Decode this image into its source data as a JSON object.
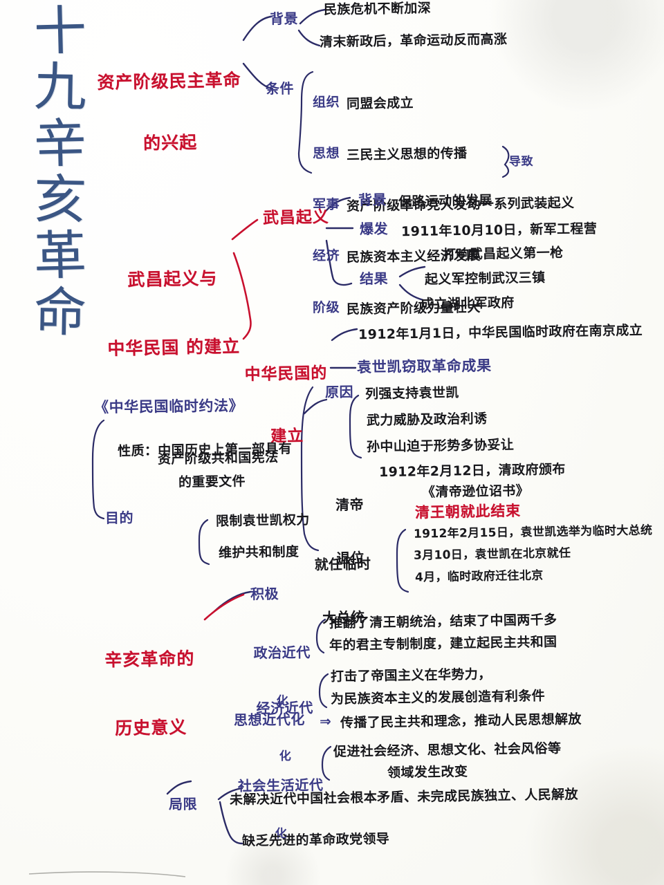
{
  "chapter": {
    "number": "十九、",
    "name": "辛亥革命",
    "chars": [
      "十",
      "九",
      "、",
      "辛",
      "亥",
      "革",
      "命"
    ]
  },
  "colors": {
    "red_ink": "#c8102e",
    "blue_ink": "#3a3a86",
    "black_ink": "#18181c",
    "title_ink": "#3b5684",
    "paper": "#fdfdfb"
  },
  "branches": [
    {
      "id": "rise",
      "title_line1": "资产阶级民主革命",
      "title_line2": "的兴起",
      "groups": [
        {
          "label": "背景",
          "items": [
            "民族危机不断加深",
            "清末新政后，革命运动反而高涨"
          ]
        },
        {
          "label": "条件",
          "pairs": [
            {
              "key": "组织",
              "value": "同盟会成立"
            },
            {
              "key": "思想",
              "value": "三民主义思想的传播"
            },
            {
              "key": "军事",
              "value": "资产阶级革命党人发动一系列武装起义"
            },
            {
              "key": "经济",
              "value": "民族资本主义经济发展"
            },
            {
              "key": "阶级",
              "value": "民族资产阶级力量壮大"
            }
          ],
          "bracket_note": "导致"
        }
      ]
    },
    {
      "id": "wuchang",
      "title_line1": "武昌起义与",
      "title_line2": "中华民国 的建立",
      "sub1": {
        "title": "武昌起义",
        "pairs": [
          {
            "key": "背景",
            "value": "保路运动的发展"
          },
          {
            "key": "爆发",
            "value": "1911年10月10日，新军工程营",
            "value2": "打响武昌起义第一枪"
          }
        ],
        "result": {
          "label": "结果",
          "items": [
            "起义军控制武汉三镇",
            "成立湖北军政府"
          ]
        }
      },
      "sub2": {
        "title_line1": "中华民国的",
        "title_line2": "建立",
        "first_item": "1912年1月1日，中华民国临时政府在南京成立",
        "second_item": "袁世凯窃取革命成果",
        "reason": {
          "label": "原因",
          "items": [
            "列强支持袁世凯",
            "武力威胁及政治利诱",
            "孙中山迫于形势多协妥让"
          ]
        },
        "abdication": {
          "label_line1": "清帝",
          "label_line2": "退位",
          "line1": "1912年2月12日，清政府颁布",
          "line2": "《清帝逊位诏书》",
          "line3_red": "清王朝就此结束"
        },
        "presidency": {
          "label_line1": "就任临时",
          "label_line2": "大总统",
          "items": [
            "1912年2月15日，袁世凯选举为临时大总统",
            "3月10日，袁世凯在北京就任",
            "4月，临时政府迁往北京"
          ]
        }
      }
    },
    {
      "id": "provisional-law",
      "title": "《中华民国临时约法》",
      "nature": {
        "label": "性质：",
        "line1": "中国历史上第一部具有",
        "line2": "资产阶级共和国宪法",
        "line3": "的重要文件"
      },
      "purpose": {
        "label": "目的",
        "items": [
          "限制袁世凯权力",
          "维护共和制度"
        ]
      }
    },
    {
      "id": "significance",
      "title_line1": "辛亥革命的",
      "title_line2": "历史意义",
      "positive_label": "积极",
      "positive_items": [
        {
          "key_line1": "政治近代",
          "key_line2": "化",
          "lines": [
            "推翻了清王朝统治，结束了中国两千多",
            "年的君主专制制度，建立起民主共和国"
          ]
        },
        {
          "key_line1": "经济近代",
          "key_line2": "化",
          "lines": [
            "打击了帝国主义在华势力，",
            "为民族资本主义的发展创造有利条件"
          ]
        },
        {
          "key_line1": "思想近代化",
          "key_line2": "",
          "arrow": "⇒",
          "lines": [
            "传播了民主共和理念，推动人民思想解放"
          ]
        },
        {
          "key_line1": "社会生活近代",
          "key_line2": "化",
          "lines": [
            "促进社会经济、思想文化、社会风俗等",
            "领域发生改变"
          ]
        }
      ],
      "limitation": {
        "label": "局限",
        "items": [
          "未解决近代中国社会根本矛盾、未完成民族独立、人民解放",
          "缺乏先进的革命政党领导"
        ]
      }
    }
  ]
}
